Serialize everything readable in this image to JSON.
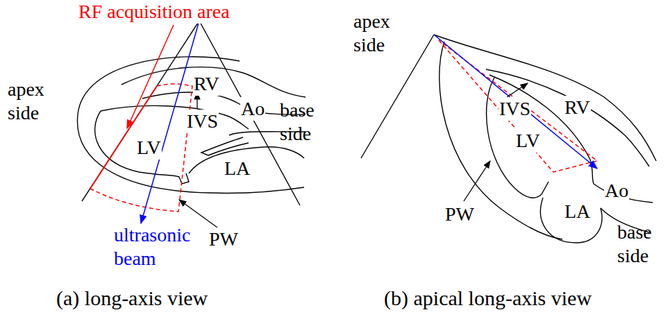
{
  "diagram": {
    "labels": [
      "RF acquisition area",
      "apex side",
      "RV",
      "LV",
      "IVS",
      "Ao",
      "base side",
      "LA",
      "ultrasonic beam",
      "PW",
      "(a) long-axis view",
      "apex side",
      "IVS",
      "RV",
      "LV",
      "PW",
      "LA",
      "Ao",
      "base side",
      "(b) apical long-axis view"
    ]
  }
}
